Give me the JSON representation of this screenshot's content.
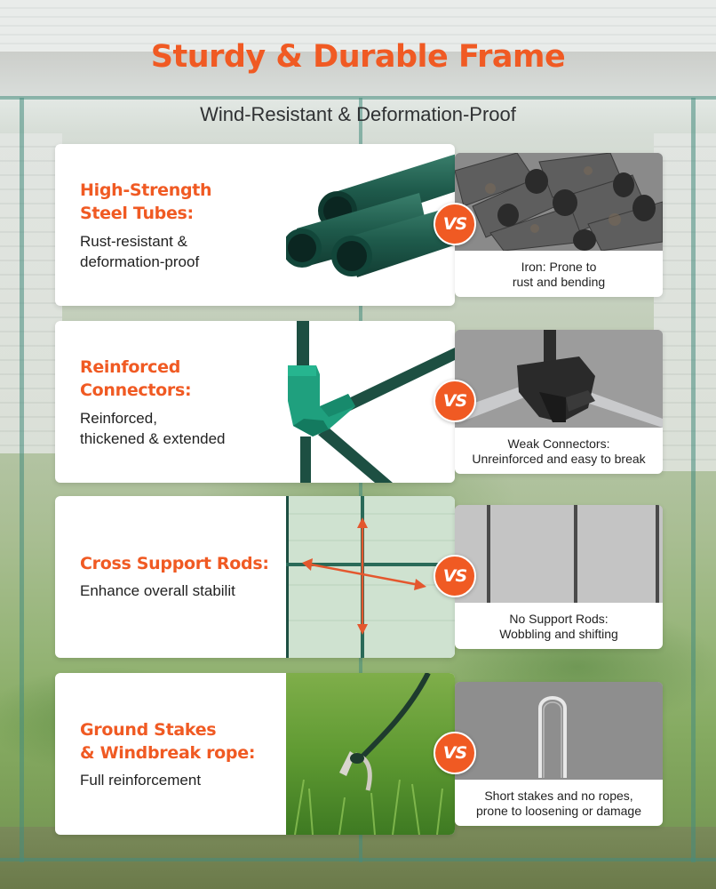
{
  "header": {
    "title": "Sturdy & Durable Frame",
    "subtitle": "Wind-Resistant & Deformation-Proof"
  },
  "vs_label": "VS",
  "colors": {
    "accent": "#f05a23",
    "frame_green": "#1f5a4a",
    "connector_green": "#1f9a7a"
  },
  "features": [
    {
      "title_line1": "High-Strength",
      "title_line2": "Steel Tubes:",
      "desc_line1": "Rust-resistant &",
      "desc_line2": "deformation-proof",
      "compare_line1": "Iron: Prone to",
      "compare_line2": "rust and bending"
    },
    {
      "title_line1": "Reinforced",
      "title_line2": "Connectors:",
      "desc_line1": "Reinforced,",
      "desc_line2": "thickened & extended",
      "compare_line1": "Weak Connectors:",
      "compare_line2": "Unreinforced and easy to break"
    },
    {
      "title_line1": "Cross Support Rods:",
      "desc_line1": "Enhance overall stabilit",
      "compare_line1": "No Support Rods:",
      "compare_line2": "Wobbling and shifting"
    },
    {
      "title_line1": "Ground Stakes",
      "title_line2": "& Windbreak rope:",
      "desc_line1": "Full reinforcement",
      "compare_line1": "Short stakes and no ropes,",
      "compare_line2": "prone to loosening or damage"
    }
  ]
}
